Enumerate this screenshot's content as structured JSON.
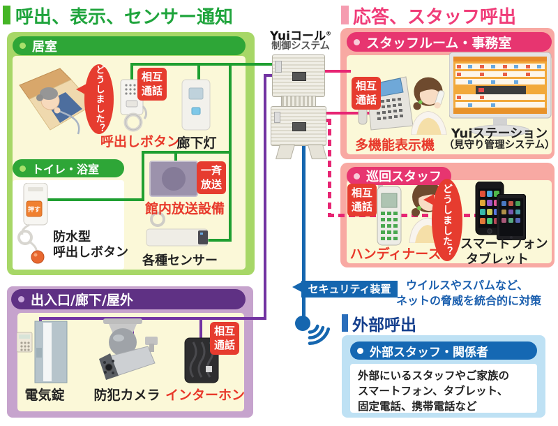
{
  "header_left": {
    "title": "呼出、表示、センサー通知"
  },
  "header_right": {
    "title": "応答、スタッフ呼出"
  },
  "logo": {
    "brand": "Yuiコール",
    "reg": "®",
    "system": "制御システム"
  },
  "badges": {
    "mutual": [
      "相互",
      "通話"
    ],
    "broadcast": [
      "一斉",
      "放送"
    ]
  },
  "bubbles": {
    "question": "どうしました？"
  },
  "living": {
    "header": "居室",
    "call_button": "呼出しボタン",
    "corridor_light": "廊下灯"
  },
  "toilet": {
    "header": "トイレ・浴室",
    "waterproof1": "防水型",
    "waterproof2": "呼出しボタン",
    "press": "押す"
  },
  "broadcast_label": "館内放送設備",
  "sensors_label": "各種センサー",
  "entrance": {
    "header": "出入口/廊下/屋外",
    "lock": "電気錠",
    "camera": "防犯カメラ",
    "intercom": "インターホン"
  },
  "staff_room": {
    "header": "スタッフルーム・事務室",
    "display": "多機能表示機",
    "station": "Yuiステーション",
    "station_sub": "（見守り管理システム）"
  },
  "patrol": {
    "header": "巡回スタッフ",
    "handy": "ハンディナース",
    "smartphone": "スマートフォン",
    "tablet": "タブレット"
  },
  "security": {
    "label": "セキュリティ装置",
    "desc1": "ウイルスやスパムなど、",
    "desc2": "ネットの脅威を統合的に対策"
  },
  "external": {
    "title": "外部呼出",
    "header": "外部スタッフ・関係者",
    "desc1": "外部にいるスタッフやご家族の",
    "desc2": "スマートフォン、タブレット、",
    "desc3": "固定電話、携帯電話など"
  },
  "colors": {
    "green": "#2EA637",
    "light_green": "#A7D767",
    "wire_green": "#1F9F31",
    "pink": "#E73570",
    "light_pink": "#F8A9A3",
    "wire_pink": "#E72573",
    "purple": "#5F3184",
    "light_purple": "#C6A3CD",
    "wire_purple": "#7233A2",
    "blue": "#1566AF",
    "light_blue": "#BEE1F4",
    "red": "#E63C2F",
    "cream": "#FBF8D8"
  }
}
